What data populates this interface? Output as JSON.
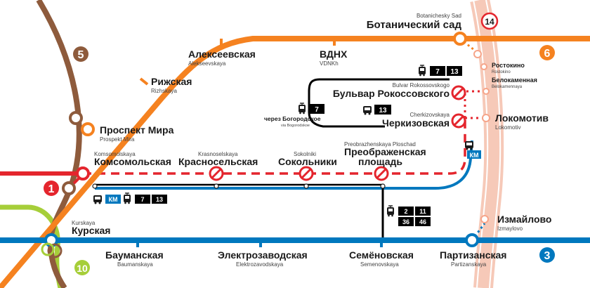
{
  "colors": {
    "orange": "#F58220",
    "brown": "#8E5B3C",
    "red": "#E4252D",
    "blue": "#0078BE",
    "lightgreen": "#A6CE39",
    "mcc_pink": "#F6C9B8",
    "black": "#000000"
  },
  "lines": {
    "l1": "1",
    "l3": "3",
    "l5": "5",
    "l6": "6",
    "l10": "10",
    "l14": "14"
  },
  "stations": {
    "botanichesky": {
      "ru": "Ботанический сад",
      "en": "Botanichesky Sad"
    },
    "alekseevskaya": {
      "ru": "Алексеевская",
      "en": "Alekseevskaya"
    },
    "vdnh": {
      "ru": "ВДНХ",
      "en": "VDNKh"
    },
    "rizhskaya": {
      "ru": "Рижская",
      "en": "Rizhskaya"
    },
    "prospekt_mira": {
      "ru": "Проспект Мира",
      "en": "Prospekt Mira"
    },
    "komsomolskaya": {
      "ru": "Комсомольская",
      "en": "Komsomolskaya"
    },
    "krasnoselskaya": {
      "ru": "Красносельская",
      "en": "Krasnoselskaya"
    },
    "sokolniki": {
      "ru": "Сокольники",
      "en": "Sokolniki"
    },
    "preobrazhenskaya": {
      "ru1": "Преображенская",
      "ru2": "площадь",
      "en": "Preobrazhenskaya Ploschad"
    },
    "bulvar": {
      "ru": "Бульвар Рокоссовского",
      "en": "Bulvar Rokossovskogo"
    },
    "cherkizovskaya": {
      "ru": "Черкизовская",
      "en": "Cherkizovskaya"
    },
    "rostokino": {
      "ru": "Ростокино",
      "en": "Rostokino"
    },
    "belokamennaya": {
      "ru": "Белокаменная",
      "en": "Belokamennaya"
    },
    "lokomotiv": {
      "ru": "Локомотив",
      "en": "Lokomotiv"
    },
    "izmaylovo": {
      "ru": "Измайлово",
      "en": "Izmaylovo"
    },
    "kurskaya": {
      "ru": "Курская",
      "en": "Kurskaya"
    },
    "baumanskaya": {
      "ru": "Бауманская",
      "en": "Baumanskaya"
    },
    "elektrozavodskaya": {
      "ru": "Электрозаводская",
      "en": "Elektrozavodskaya"
    },
    "semenovskaya": {
      "ru": "Семёновская",
      "en": "Semenovskaya"
    },
    "partizanskaya": {
      "ru": "Партизанская",
      "en": "Partizanskaya"
    }
  },
  "via": {
    "ru": "через Богородское",
    "en": "via Bogorodskoe"
  },
  "badges": {
    "km": "КМ",
    "tram7": "7",
    "tram13": "13",
    "bus13": "13",
    "tram2": "2",
    "tram11": "11",
    "tram36": "36",
    "tram46": "46"
  }
}
